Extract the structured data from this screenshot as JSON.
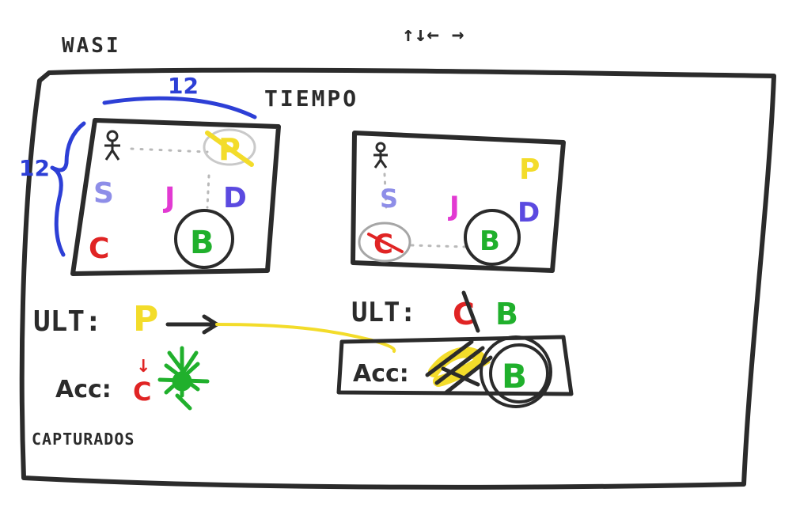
{
  "header": {
    "title": "WASI",
    "arrows_label": "↑↓← →"
  },
  "grid": {
    "size_top": "12",
    "size_left": "12",
    "tiempo": "TIEMPO"
  },
  "left_panel": {
    "letter_s": "S",
    "letter_j": "J",
    "letter_d": "D",
    "letter_c": "C",
    "letter_b": "B",
    "letter_p_crossed": "P",
    "ult_label": "ULT:",
    "ult_value": "P",
    "acc_label": "Acc:",
    "acc_value": "C",
    "captured_label": "CAPTURADOS"
  },
  "right_panel": {
    "letter_s": "S",
    "letter_j": "J",
    "letter_d": "D",
    "letter_p": "P",
    "letter_c": "C",
    "letter_b": "B",
    "ult_label": "ULT:",
    "ult_crossed": "C",
    "ult_value": "B",
    "acc_label": "Acc:",
    "acc_value": "B"
  },
  "colors": {
    "ink": "#2b2b2b",
    "blue": "#2d3fd6",
    "pink": "#e23ad2",
    "purple": "#5b4ae0",
    "red": "#e02424",
    "green": "#20b02c",
    "yellow": "#f3dc2a",
    "gray": "#9a9a9a"
  },
  "icons": {
    "person": "person-icon",
    "arrow": "arrow-right-icon",
    "scribble": "scribble-icon"
  }
}
